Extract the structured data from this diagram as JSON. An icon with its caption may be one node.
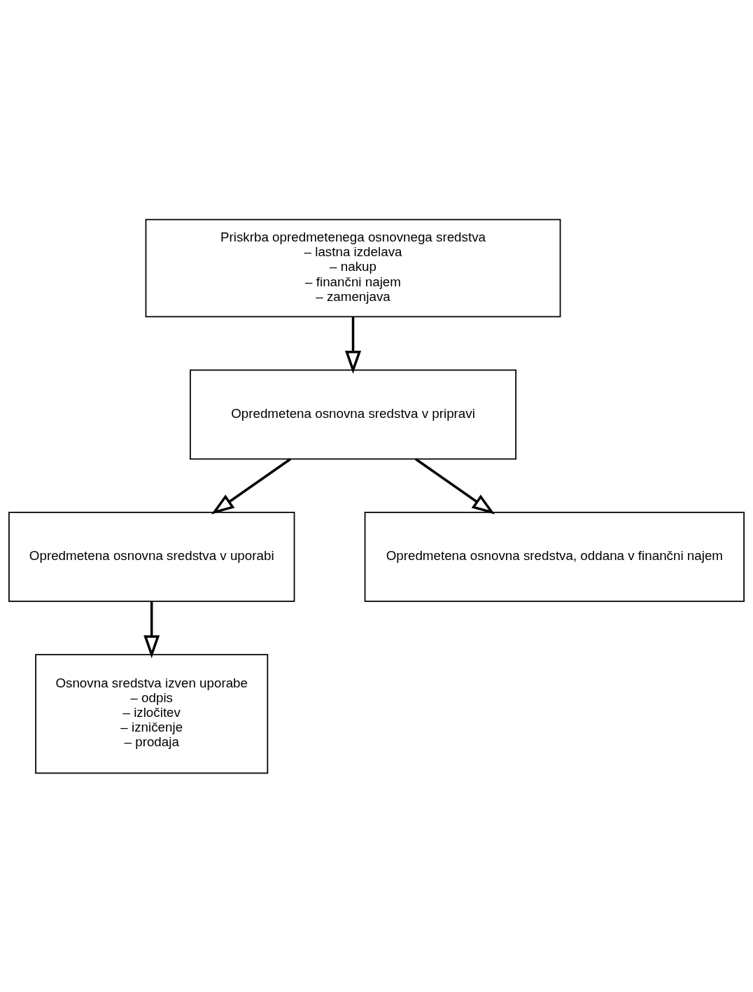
{
  "diagram": {
    "nodes": [
      {
        "text": [
          "Priskrba opredmetenega osnovnega sredstva",
          "– lastna izdelava",
          "– nakup",
          "– finančni najem",
          "– zamenjava"
        ]
      },
      {
        "text": [
          "Opredmetena osnovna sredstva v pripravi"
        ]
      },
      {
        "text": [
          "Opredmetena osnovna sredstva v uporabi"
        ]
      },
      {
        "text": [
          "Opredmetena osnovna sredstva, oddana v finančni najem"
        ]
      },
      {
        "text": [
          "Osnovna sredstva izven uporabe",
          "– odpis",
          "– izločitev",
          "– izničenje",
          "– prodaja"
        ]
      }
    ],
    "edges": [
      {
        "from": 0,
        "to": 1,
        "arrow": "to"
      },
      {
        "from": 1,
        "to": 2,
        "arrow": "to"
      },
      {
        "from": 1,
        "to": 3,
        "arrow": "to"
      },
      {
        "from": 2,
        "to": 4,
        "arrow": "to"
      }
    ]
  }
}
